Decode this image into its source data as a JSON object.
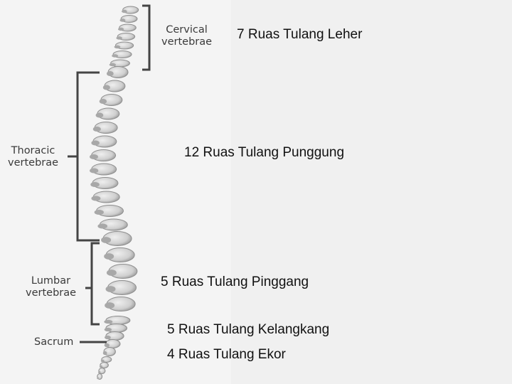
{
  "diagram": {
    "labels": {
      "cervical": [
        "Cervical",
        "vertebrae"
      ],
      "thoracic": [
        "Thoracic",
        "vertebrae"
      ],
      "lumbar": [
        "Lumbar",
        "vertebrae"
      ],
      "sacrum": [
        "Sacrum"
      ]
    },
    "colors": {
      "bracket": "#444444",
      "bone_light": "#e2e2e2",
      "bone_shadow": "#8e8e8e",
      "panel": "#f4f4f4",
      "slide_background": "#f0f0f0"
    }
  },
  "annotations": {
    "cervical": "7 Ruas Tulang Leher",
    "thoracic": "12 Ruas Tulang Punggung",
    "lumbar": "5 Ruas Tulang Pinggang",
    "sacrum": "5 Ruas Tulang Kelangkang",
    "coccyx": "4 Ruas Tulang Ekor"
  }
}
